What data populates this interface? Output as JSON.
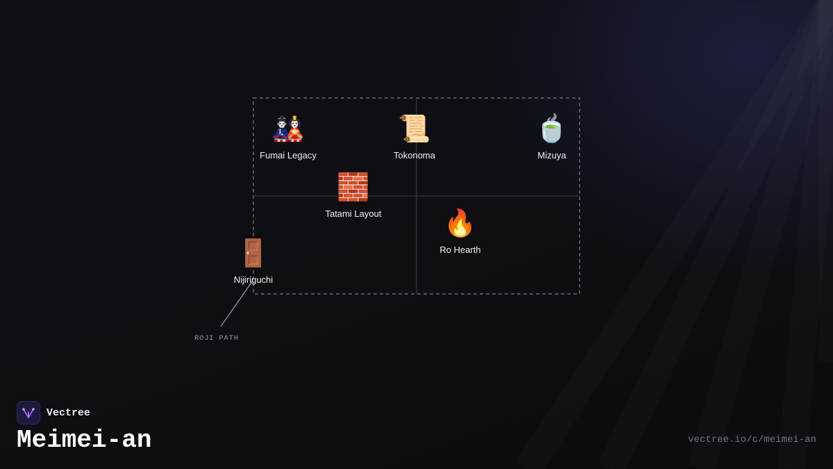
{
  "diagram": {
    "nodes": [
      {
        "id": "fumai",
        "emoji": "🎎",
        "label": "Fumai Legacy"
      },
      {
        "id": "tokonoma",
        "emoji": "📜",
        "label": "Tokonoma"
      },
      {
        "id": "mizuya",
        "emoji": "🍵",
        "label": "Mizuya"
      },
      {
        "id": "tatami",
        "emoji": "🧱",
        "label": "Tatami Layout"
      },
      {
        "id": "ro",
        "emoji": "🔥",
        "label": "Ro Hearth"
      },
      {
        "id": "nijiriguchi",
        "emoji": "🚪",
        "label": "Nijiriguchi"
      }
    ],
    "annotation": "ROJI PATH"
  },
  "footer": {
    "brand": "Vectree",
    "title": "Meimei-an",
    "url": "vectree.io/c/meimei-an"
  },
  "colors": {
    "background": "#0e0e13",
    "accent": "#9b5cf0",
    "text": "#ffffff",
    "muted": "#74747e"
  },
  "icons": {
    "brand_logo": "vectree-logo-icon"
  }
}
